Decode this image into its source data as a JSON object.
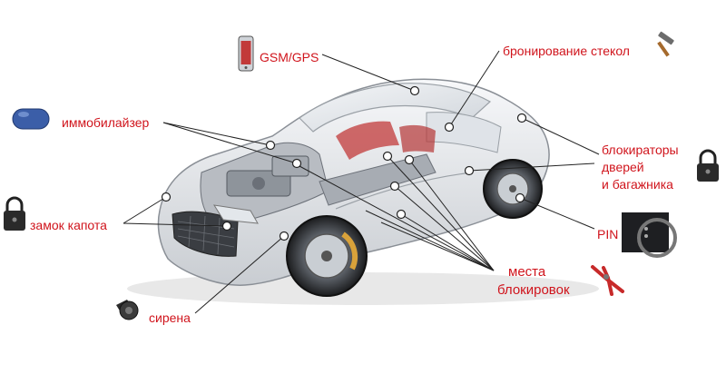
{
  "labels": {
    "gsm": "GSM/GPS",
    "glass": "бронирование стекол",
    "immobilizer": "иммобилайзер",
    "locks_l1": "блокираторы",
    "locks_l2": "дверей",
    "locks_l3": "и багажника",
    "hood_lock": "замок капота",
    "pin": "PIN",
    "places_l1": "места",
    "places_l2": "блокировок",
    "siren": "сирена"
  },
  "icons": [
    "phone-icon",
    "hammer-icon",
    "key-fob-icon",
    "padlock-icon",
    "steering-wheel-icon",
    "pliers-icon",
    "siren-speaker-icon"
  ],
  "colors": {
    "label": "#d0141c",
    "leader": "#222222",
    "car_body": "#e9ebee",
    "car_outline": "#8a8f96"
  }
}
